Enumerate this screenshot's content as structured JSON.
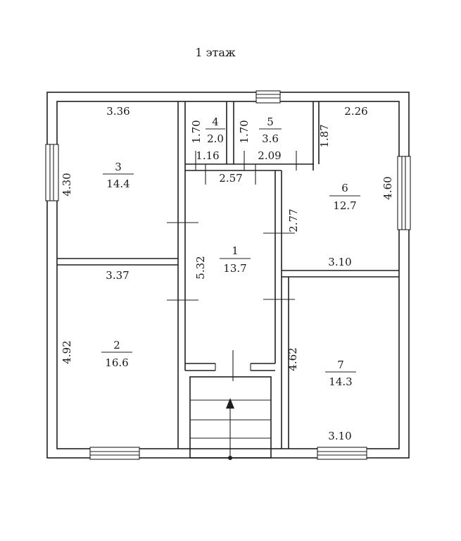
{
  "title": "1 этаж",
  "rooms": [
    {
      "number": "1",
      "area": "13.7"
    },
    {
      "number": "2",
      "area": "16.6"
    },
    {
      "number": "3",
      "area": "14.4"
    },
    {
      "number": "4",
      "area": "2.0"
    },
    {
      "number": "5",
      "area": "3.6"
    },
    {
      "number": "6",
      "area": "12.7"
    },
    {
      "number": "7",
      "area": "14.3"
    }
  ],
  "dimensions": {
    "r3_width": "3.36",
    "r3_height": "4.30",
    "r4_height": "1.70",
    "r4_width": "1.16",
    "r5_height": "1.70",
    "r5_width": "2.09",
    "r6_left_height": "1.87",
    "r6_width": "2.26",
    "r6_height": "4.60",
    "corridor_width": "2.57",
    "r6_inner_height": "2.77",
    "r6_bottom_width": "3.10",
    "r2_width": "3.37",
    "corridor_height": "5.32",
    "r2_height": "4.92",
    "r7_height": "4.62",
    "r7_width": "3.10"
  }
}
